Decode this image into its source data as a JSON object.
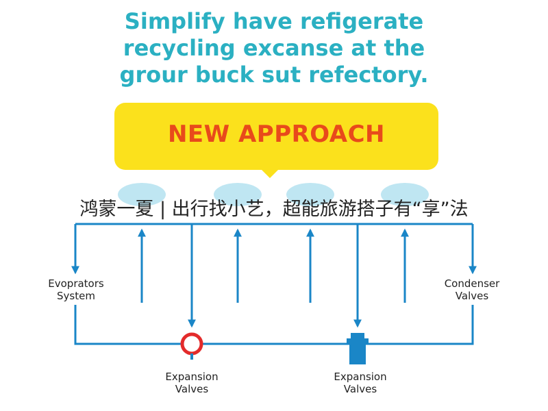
{
  "headline": {
    "lines": [
      "Simplify have refigerate",
      "recycling excanse at the",
      "grour buck sut refectory."
    ]
  },
  "banner": {
    "text": "NEW APPROACH"
  },
  "overlay": {
    "text": "鸿蒙一夏 | 出行找小艺，超能旅游搭子有“享”法"
  },
  "labels": {
    "evaporators": [
      "Evoprators",
      "System"
    ],
    "condenser": [
      "Condenser",
      "Valves"
    ],
    "expansion_left": [
      "Expansion",
      "Valves"
    ],
    "expansion_right": [
      "Expansion",
      "Valves"
    ]
  },
  "colors": {
    "headline": "#2bb0c2",
    "banner_bg": "#fbe11c",
    "banner_text": "#e84a1b",
    "pipe": "#1a86c7",
    "node": "#bfe6f2",
    "valve_red": "#e32b2b",
    "valve_blue": "#1a86c7"
  },
  "icons": {
    "expansion_left": "ring-valve-icon",
    "expansion_right": "plug-valve-icon"
  }
}
